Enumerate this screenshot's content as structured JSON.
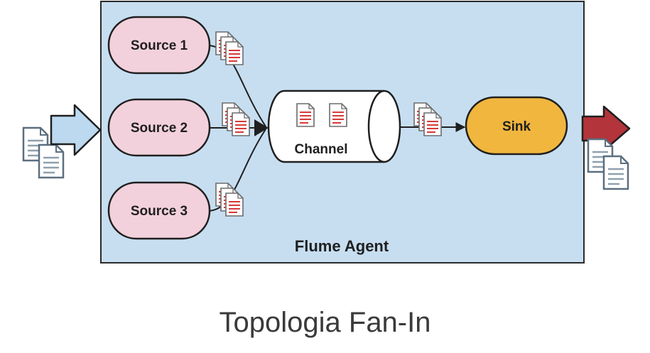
{
  "diagram": {
    "agent_label": "Flume Agent",
    "sources": [
      {
        "label": "Source 1"
      },
      {
        "label": "Source 2"
      },
      {
        "label": "Source 3"
      }
    ],
    "channel_label": "Channel",
    "sink_label": "Sink"
  },
  "caption": "Topologia Fan-In",
  "colors": {
    "agent_fill": "#c7def1",
    "source_fill": "#f2d1dc",
    "sink_fill": "#f0b63e",
    "input_arrow": "#bcd9ef",
    "output_arrow": "#b3343a",
    "outline": "#1f1f1f"
  },
  "icons": {
    "input_docs": "document-stack-icon",
    "event_docs": "event-document-icon",
    "output_docs": "document-stack-icon"
  }
}
